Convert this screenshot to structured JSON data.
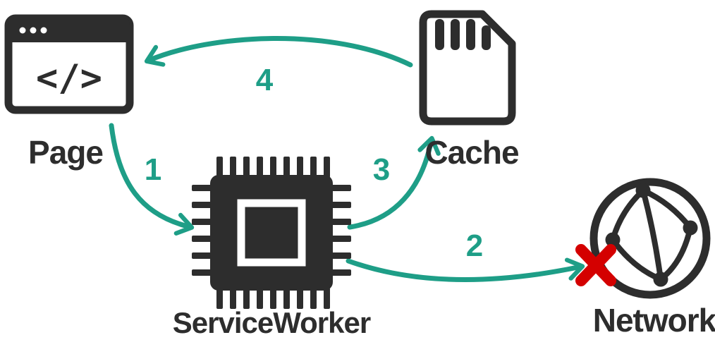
{
  "diagram": {
    "type": "service-worker-offline-flow",
    "background": "#ffffff",
    "colors": {
      "icon": "#2d2d2d",
      "arrow": "#1e9e87",
      "error_x": "#d40000"
    },
    "nodes": [
      {
        "id": "page",
        "label": "Page",
        "icon": "browser-window-code-icon",
        "icon_glyph": "</>"
      },
      {
        "id": "serviceworker",
        "label": "ServiceWorker",
        "icon": "cpu-chip-icon"
      },
      {
        "id": "cache",
        "label": "Cache",
        "icon": "sd-card-icon"
      },
      {
        "id": "network",
        "label": "Network",
        "icon": "globe-network-icon",
        "status": "unreachable"
      }
    ],
    "steps": [
      {
        "num": "1",
        "from": "page",
        "to": "serviceworker"
      },
      {
        "num": "2",
        "from": "serviceworker",
        "to": "network",
        "result": "failed"
      },
      {
        "num": "3",
        "from": "serviceworker",
        "to": "cache"
      },
      {
        "num": "4",
        "from": "cache",
        "to": "page"
      }
    ]
  }
}
